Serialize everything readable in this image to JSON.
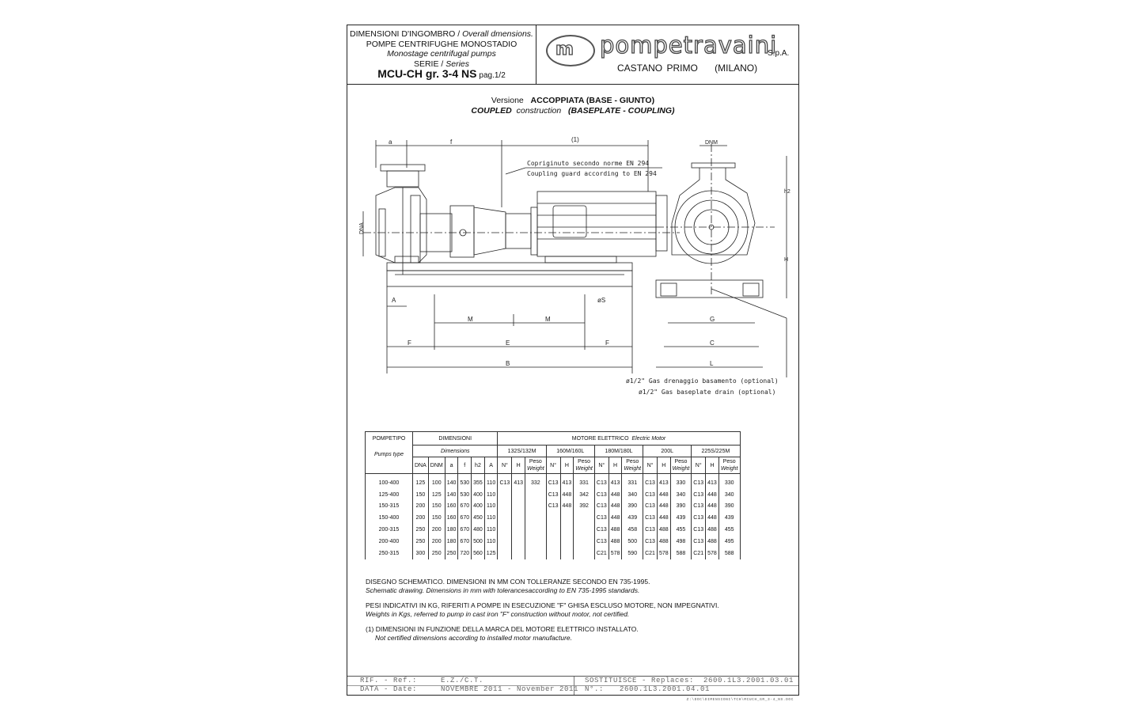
{
  "header": {
    "title_it": "DIMENSIONI D'INGOMBRO",
    "title_en": "Overall dmensions.",
    "subtitle_it": "POMPE CENTRIFUGHE MONOSTADIO",
    "subtitle_en": "Monostage centrifugal pumps",
    "serie_it": "SERIE",
    "serie_en": "Series",
    "model": "MCU-CH gr. 3-4 NS",
    "page": "pag.1/2",
    "company": "pompetravaini",
    "company_suffix": "S.p.A.",
    "city": "CASTANO PRIMO",
    "province": "(MILANO)"
  },
  "version": {
    "label_it": "Versione",
    "value_it": "ACCOPPIATA (BASE - GIUNTO)",
    "label_en_bold": "COUPLED",
    "label_en": "construction",
    "value_en": "(BASEPLATE - COUPLING)"
  },
  "drawing": {
    "guard_it": "Copriginuto secondo norme EN 294",
    "guard_en": "Coupling guard according to EN 294",
    "drain_it": "ø1/2\" Gas drenaggio basamento (optional)",
    "drain_en": "ø1/2\" Gas baseplate drain (optional)",
    "dims": {
      "a": "a",
      "f": "f",
      "motor": "(1)",
      "dna": "DNA",
      "dnm": "DNM",
      "h2": "h2",
      "H": "H",
      "A": "A",
      "S": "øS",
      "M": "M",
      "F": "F",
      "E": "E",
      "B": "B",
      "G": "G",
      "C": "C",
      "L": "L"
    }
  },
  "table": {
    "pump_type_it": "POMPETIPO",
    "pump_type_en": "Pumps type",
    "dims_it": "DIMENSIONI",
    "dims_en": "Dimensions",
    "motor_it": "MOTORE ELETTRICO",
    "motor_en": "Electric Motor",
    "dim_cols": [
      "DNA",
      "DNM",
      "a",
      "f",
      "h2",
      "A"
    ],
    "motor_sizes": [
      "132S/132M",
      "160M/160L",
      "180M/180L",
      "200L",
      "225S/225M"
    ],
    "motor_cols": [
      "N°",
      "H",
      "Peso",
      "Weight"
    ],
    "rows": [
      {
        "type": "100-400",
        "d": [
          "125",
          "100",
          "140",
          "530",
          "355",
          "110"
        ],
        "m": [
          [
            "C13",
            "413",
            "332"
          ],
          [
            "C13",
            "413",
            "331"
          ],
          [
            "C13",
            "413",
            "331"
          ],
          [
            "C13",
            "413",
            "330"
          ],
          [
            "C13",
            "413",
            "330"
          ]
        ]
      },
      {
        "type": "125-400",
        "d": [
          "150",
          "125",
          "140",
          "530",
          "400",
          "110"
        ],
        "m": [
          [
            "",
            "",
            ""
          ],
          [
            "C13",
            "448",
            "342"
          ],
          [
            "C13",
            "448",
            "340"
          ],
          [
            "C13",
            "448",
            "340"
          ],
          [
            "C13",
            "448",
            "340"
          ]
        ]
      },
      {
        "type": "150-315",
        "d": [
          "200",
          "150",
          "160",
          "670",
          "400",
          "110"
        ],
        "m": [
          [
            "",
            "",
            ""
          ],
          [
            "C13",
            "448",
            "392"
          ],
          [
            "C13",
            "448",
            "390"
          ],
          [
            "C13",
            "448",
            "390"
          ],
          [
            "C13",
            "448",
            "390"
          ]
        ]
      },
      {
        "type": "150-400",
        "d": [
          "200",
          "150",
          "160",
          "670",
          "450",
          "110"
        ],
        "m": [
          [
            "",
            "",
            ""
          ],
          [
            "",
            "",
            ""
          ],
          [
            "C13",
            "448",
            "439"
          ],
          [
            "C13",
            "448",
            "439"
          ],
          [
            "C13",
            "448",
            "439"
          ]
        ]
      },
      {
        "type": "200-315",
        "d": [
          "250",
          "200",
          "180",
          "670",
          "480",
          "110"
        ],
        "m": [
          [
            "",
            "",
            ""
          ],
          [
            "",
            "",
            ""
          ],
          [
            "C13",
            "488",
            "458"
          ],
          [
            "C13",
            "488",
            "455"
          ],
          [
            "C13",
            "488",
            "455"
          ]
        ]
      },
      {
        "type": "200-400",
        "d": [
          "250",
          "200",
          "180",
          "670",
          "500",
          "110"
        ],
        "m": [
          [
            "",
            "",
            ""
          ],
          [
            "",
            "",
            ""
          ],
          [
            "C13",
            "488",
            "500"
          ],
          [
            "C13",
            "488",
            "498"
          ],
          [
            "C13",
            "488",
            "495"
          ]
        ]
      },
      {
        "type": "250-315",
        "d": [
          "300",
          "250",
          "250",
          "720",
          "560",
          "125"
        ],
        "m": [
          [
            "",
            "",
            ""
          ],
          [
            "",
            "",
            ""
          ],
          [
            "C21",
            "578",
            "590"
          ],
          [
            "C21",
            "578",
            "588"
          ],
          [
            "C21",
            "578",
            "588"
          ]
        ]
      }
    ]
  },
  "notes": {
    "n1_it": "DISEGNO SCHEMATICO. DIMENSIONI IN MM CON TOLLERANZE SECONDO EN 735-1995.",
    "n1_en": "Schematic drawing. Dimensions in mm with tolerancesaccording to EN 735-1995 standards.",
    "n2_it": "PESI INDICATIVI IN KG, RIFERITI A POMPE IN ESECUZIONE \"F\" GHISA ESCLUSO MOTORE, NON IMPEGNATIVI.",
    "n2_en": "Weights in Kgs, referred to pump in cast iron \"F\" construction without motor, not certified.",
    "n3_it": "(1) DIMENSIONI IN FUNZIONE DELLA MARCA DEL MOTORE ELETTRICO INSTALLATO.",
    "n3_en": "Not certified dimensions according to installed motor manufacture."
  },
  "footer": {
    "rif_label": "RIF. - Ref.:",
    "rif_value": "E.Z./C.T.",
    "data_label": "DATA - Date:",
    "data_value": "NOVEMBRE 2011 - November 2011",
    "replaces_label": "SOSTITUISCE - Replaces:",
    "replaces_value": "2600.1L3.2001.03.01",
    "no_label": "N°.:",
    "no_value": "2600.1L3.2001.04.01",
    "file": "Z:\\DOC\\DIMENSIONI\\TCH\\MCUCH_GR_3-4_NS.DOC"
  }
}
